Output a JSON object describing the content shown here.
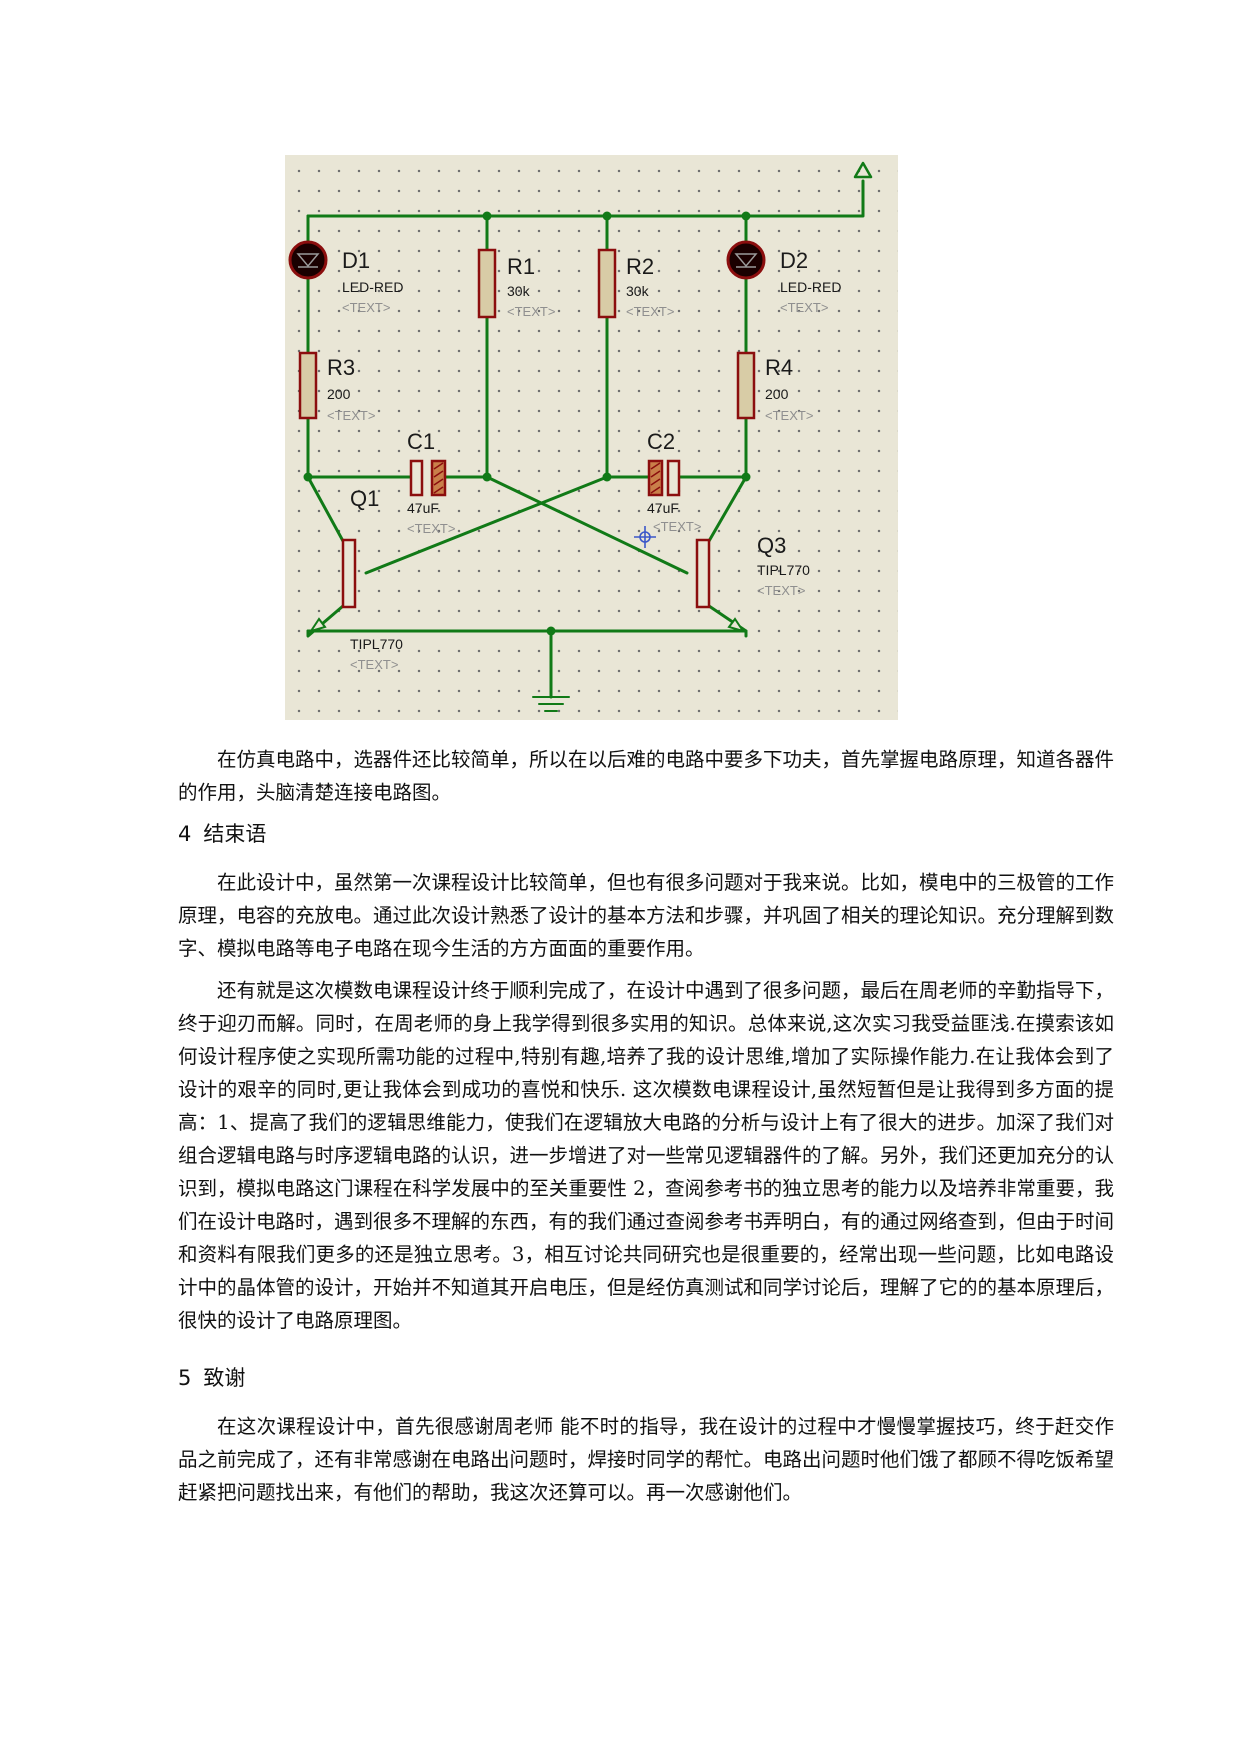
{
  "circuit": {
    "components": {
      "d1": {
        "name": "D1",
        "value": "LED-RED",
        "text": "<TEXT>"
      },
      "d2": {
        "name": "D2",
        "value": "LED-RED",
        "text": "<TEXT>"
      },
      "r1": {
        "name": "R1",
        "value": "30k",
        "text": "<TEXT>"
      },
      "r2": {
        "name": "R2",
        "value": "30k",
        "text": "<TEXT>"
      },
      "r3": {
        "name": "R3",
        "value": "200",
        "text": "<TEXT>"
      },
      "r4": {
        "name": "R4",
        "value": "200",
        "text": "<TEXT>"
      },
      "c1": {
        "name": "C1",
        "value": "47uF",
        "text": "<TEXT>"
      },
      "c2": {
        "name": "C2",
        "value": "47uF",
        "text": "<TEXT>"
      },
      "q1": {
        "name": "Q1",
        "value": "TIPL770",
        "text": "<TEXT>"
      },
      "q3": {
        "name": "Q3",
        "value": "TIPL770",
        "text": "<TEXT>"
      }
    },
    "colors": {
      "wire": "#117a17",
      "body_outline": "#8b0e0e",
      "resistor_fill": "#d8cca6",
      "led_fill": "#1a0000",
      "grid_bg": "#e9e6d6",
      "label": "#1a1a1a",
      "placeholder": "#8f8f8f"
    }
  },
  "paragraph1": "在仿真电路中，选器件还比较简单，所以在以后难的电路中要多下功夫，首先掌握电路原理，知道各器件的作用，头脑清楚连接电路图。",
  "section4": {
    "number": "4",
    "title": "结束语",
    "para1": "在此设计中，虽然第一次课程设计比较简单，但也有很多问题对于我来说。比如，模电中的三极管的工作原理，电容的充放电。通过此次设计熟悉了设计的基本方法和步骤，并巩固了相关的理论知识。充分理解到数字、模拟电路等电子电路在现今生活的方方面面的重要作用。",
    "para2": "还有就是这次模数电课程设计终于顺利完成了，在设计中遇到了很多问题，最后在周老师的辛勤指导下，终于迎刃而解。同时，在周老师的身上我学得到很多实用的知识。总体来说,这次实习我受益匪浅.在摸索该如何设计程序使之实现所需功能的过程中,特别有趣,培养了我的设计思维,增加了实际操作能力.在让我体会到了设计的艰辛的同时,更让我体会到成功的喜悦和快乐. 这次模数电课程设计,虽然短暂但是让我得到多方面的提高：1、提高了我们的逻辑思维能力，使我们在逻辑放大电路的分析与设计上有了很大的进步。加深了我们对组合逻辑电路与时序逻辑电路的认识，进一步增进了对一些常见逻辑器件的了解。另外，我们还更加充分的认识到，模拟电路这门课程在科学发展中的至关重要性 2，查阅参考书的独立思考的能力以及培养非常重要，我们在设计电路时，遇到很多不理解的东西，有的我们通过查阅参考书弄明白，有的通过网络查到，但由于时间和资料有限我们更多的还是独立思考。3，相互讨论共同研究也是很重要的，经常出现一些问题，比如电路设计中的晶体管的设计，开始并不知道其开启电压，但是经仿真测试和同学讨论后，理解了它的的基本原理后，很快的设计了电路原理图。"
  },
  "section5": {
    "number": "5",
    "title": "致谢",
    "para1": "在这次课程设计中，首先很感谢周老师 能不时的指导，我在设计的过程中才慢慢掌握技巧，终于赶交作品之前完成了，还有非常感谢在电路出问题时，焊接时同学的帮忙。电路出问题时他们饿了都顾不得吃饭希望赶紧把问题找出来，有他们的帮助，我这次还算可以。再一次感谢他们。"
  }
}
